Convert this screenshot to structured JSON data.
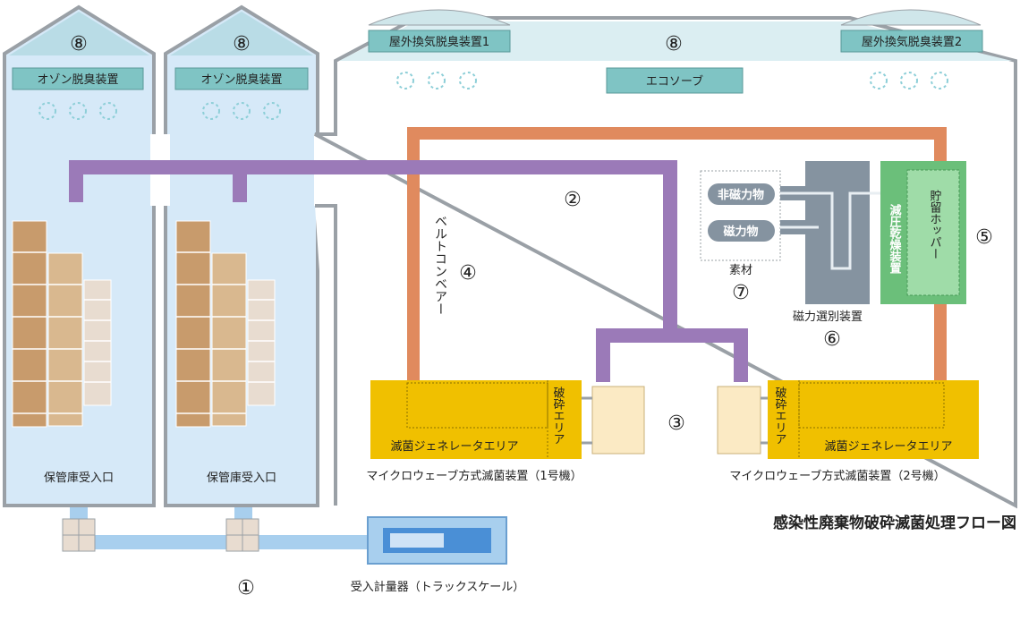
{
  "colors": {
    "storage_fill": "#d6e9f8",
    "storage_edge": "#9aa0a6",
    "roof_fill": "#b9dce6",
    "plate_fill": "#7fc4c4",
    "belt": "#e08a5e",
    "duct": "#9b7ab8",
    "sterilizer": "#f0c000",
    "crusher": "#fbeac4",
    "separator": "#8593a0",
    "dryer": "#6bbf7a",
    "conveyor_in": "#a8cfee"
  },
  "storage": {
    "left": {
      "number": "⑧",
      "ozone_label": "オゾン脱臭装置",
      "entrance_label": "保管庫受入口"
    },
    "right": {
      "number": "⑧",
      "ozone_label": "オゾン脱臭装置",
      "entrance_label": "保管庫受入口"
    }
  },
  "plant": {
    "number": "⑧",
    "vent1_label": "屋外換気脱臭装置1",
    "vent2_label": "屋外換気脱臭装置2",
    "eco_label": "エコソーブ"
  },
  "labels": {
    "duct_number": "②",
    "belt_text": "ベルトコンベアー",
    "belt_number": "④",
    "nonmagnetic": "非磁力物",
    "magnetic": "磁力物",
    "material": "素材",
    "material_number": "⑦",
    "separator_label": "磁力選別装置",
    "separator_number": "⑥",
    "dryer_label": "減圧乾燥装置",
    "hopper_label": "貯留ホッパー",
    "hopper_number": "⑤",
    "crush_label": "破砕エリア",
    "sterilize_label": "滅菌ジェネレータエリア",
    "center_number": "③",
    "machine1_label": "マイクロウェーブ方式滅菌装置（1号機）",
    "machine2_label": "マイクロウェーブ方式滅菌装置（2号機）",
    "flow_title": "感染性廃棄物破砕滅菌処理フロー図",
    "inbound_number": "①",
    "scale_label": "受入計量器（トラックスケール）"
  }
}
